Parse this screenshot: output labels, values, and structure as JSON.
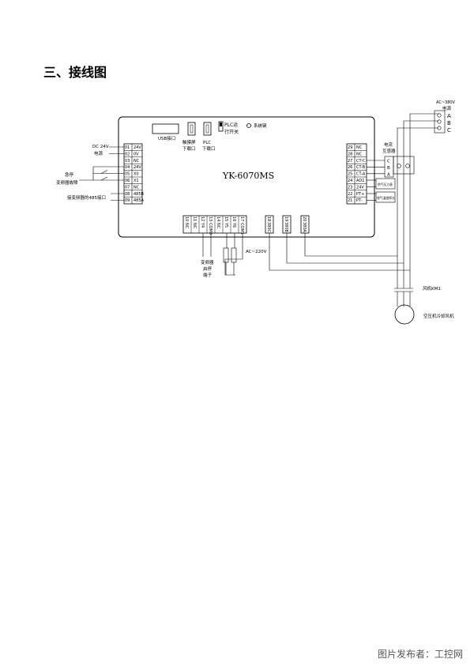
{
  "page": {
    "title": "三、接线图",
    "watermark": "图片发布者：工控网"
  },
  "controller": {
    "model": "YK-6070MS",
    "usb_label": "USB接口",
    "touch_label": [
      "触摸屏",
      "下载口"
    ],
    "plc_dl_label": [
      "PLC",
      "下载口"
    ],
    "plc_switch_label": [
      "PLC运",
      "行开关"
    ],
    "sys_key_label": "系统键"
  },
  "left_terminals": [
    {
      "num": "01",
      "name": "24V"
    },
    {
      "num": "02",
      "name": "0V"
    },
    {
      "num": "03",
      "name": "NC"
    },
    {
      "num": "04",
      "name": "24V"
    },
    {
      "num": "05",
      "name": "X0"
    },
    {
      "num": "06",
      "name": "X1"
    },
    {
      "num": "07",
      "name": "NC"
    },
    {
      "num": "08",
      "name": "485B"
    },
    {
      "num": "09",
      "name": "485A"
    }
  ],
  "left_labels": {
    "dc24v": [
      "DC 24V",
      "电源"
    ],
    "estop": "急停",
    "vfd_fault": "变频器故障",
    "vfd_485": "接变频器的485接口"
  },
  "right_terminals": [
    {
      "num": "29",
      "name": "NC"
    },
    {
      "num": "28",
      "name": "NC"
    },
    {
      "num": "27",
      "name": "CT-C"
    },
    {
      "num": "26",
      "name": "CT-B"
    },
    {
      "num": "25",
      "name": "CT-A"
    },
    {
      "num": "24",
      "name": "AD1"
    },
    {
      "num": "23",
      "name": "24V"
    },
    {
      "num": "22",
      "name": "PT+"
    },
    {
      "num": "21",
      "name": "PT-"
    }
  ],
  "right_labels": {
    "ct": [
      "电流",
      "互感器"
    ],
    "ct_phases": [
      "C",
      "B",
      "A"
    ],
    "pressure_sensor": "供气压力表",
    "temp_sensor": "排气温度探头"
  },
  "bottom_terminals": [
    {
      "num": "10",
      "name": "NC"
    },
    {
      "num": "11",
      "name": "NC"
    },
    {
      "num": "12",
      "name": "Y4"
    },
    {
      "num": "13",
      "name": "COM0"
    },
    {
      "num": "14",
      "name": "NC"
    },
    {
      "num": "15",
      "name": "Y5"
    },
    {
      "num": "16",
      "name": "Y6"
    },
    {
      "num": "17",
      "name": "COM1"
    }
  ],
  "power_terminals": [
    {
      "num": "18",
      "name": "380C"
    },
    {
      "num": "19",
      "name": "380B"
    },
    {
      "num": "20",
      "name": "380A"
    }
  ],
  "bottom_labels": {
    "vfd_start_stop": [
      "变频器",
      "启停",
      "端子"
    ],
    "ac220": "AC~220V"
  },
  "power": {
    "supply": [
      "AC~380V",
      "电源"
    ],
    "phases": [
      "A",
      "B",
      "C"
    ],
    "fan_contactor": "风机KM1",
    "fan_motor": "空压机冷却风机"
  }
}
